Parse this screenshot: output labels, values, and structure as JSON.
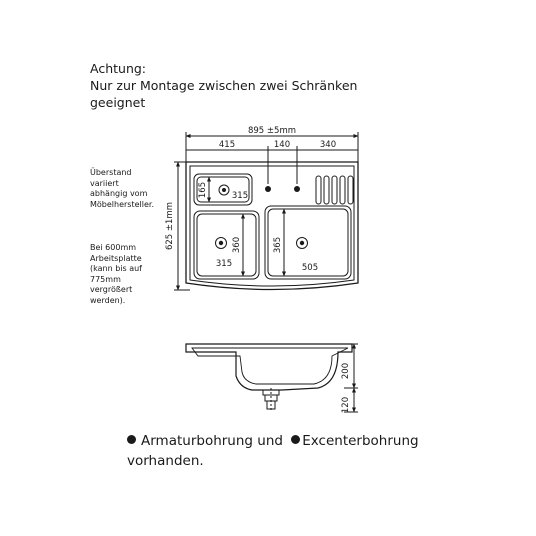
{
  "warning": {
    "lines": [
      "Achtung:",
      "Nur zur Montage zwischen zwei Schränken",
      "geeignet"
    ]
  },
  "notes": {
    "overhang": [
      "Überstand",
      "variiert",
      "abhängig vom",
      "Möbelhersteller."
    ],
    "worktop": [
      "Bei 600mm",
      "Arbeitsplatte",
      "(kann bis auf",
      "775mm",
      "vergrößert",
      "werden)."
    ]
  },
  "dimensions": {
    "total_width": "895 ±5mm",
    "segment_left": "415",
    "segment_middle": "140",
    "segment_right": "340",
    "depth": "625 ±1mm",
    "small_bowl_height": "165",
    "small_bowl_width": "315",
    "left_bowl_height": "360",
    "left_bowl_width": "315",
    "right_bowl_height": "365",
    "right_bowl_width": "505",
    "section_height_upper": "200",
    "section_height_lower": "120"
  },
  "footer": {
    "line1_part1": "Armaturbohrung und",
    "line1_part2": "Excenterbohrung",
    "line2": "vorhanden."
  },
  "colors": {
    "ink": "#1a1a1a",
    "background": "#ffffff"
  }
}
